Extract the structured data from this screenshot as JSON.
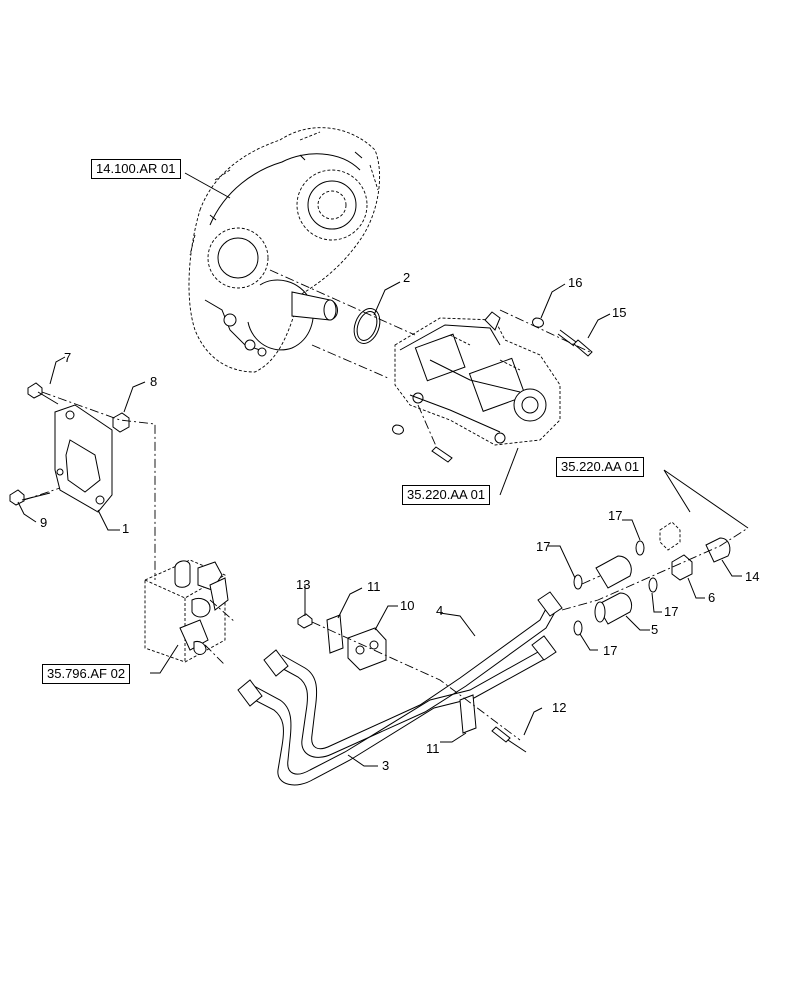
{
  "references": [
    {
      "id": "ref-14100",
      "text": "14.100.AR 01"
    },
    {
      "id": "ref-35220-pump",
      "text": "35.220.AA 01"
    },
    {
      "id": "ref-35220-fittings",
      "text": "35.220.AA 01"
    },
    {
      "id": "ref-35796",
      "text": "35.796.AF 02"
    }
  ],
  "callouts": [
    "1",
    "2",
    "3",
    "4",
    "5",
    "6",
    "7",
    "8",
    "9",
    "10",
    "11",
    "11",
    "12",
    "13",
    "14",
    "15",
    "16",
    "17",
    "17",
    "17",
    "17"
  ]
}
